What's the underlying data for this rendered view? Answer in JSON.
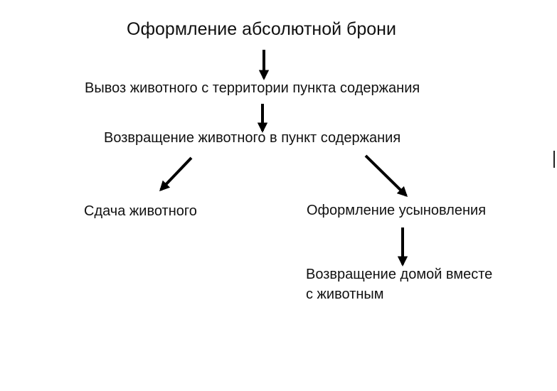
{
  "nodes": {
    "n1": "Оформление абсолютной брони",
    "n2": "Вывоз животного с территории пункта содержания",
    "n3": "Возвращение животного в пункт содержания",
    "n4": "Сдача животного",
    "n5": "Оформление усыновления",
    "n6_line1": "Возвращение домой вместе",
    "n6_line2": "с животным"
  },
  "colors": {
    "text": "#111111",
    "arrow": "#000000",
    "background": "#ffffff"
  }
}
